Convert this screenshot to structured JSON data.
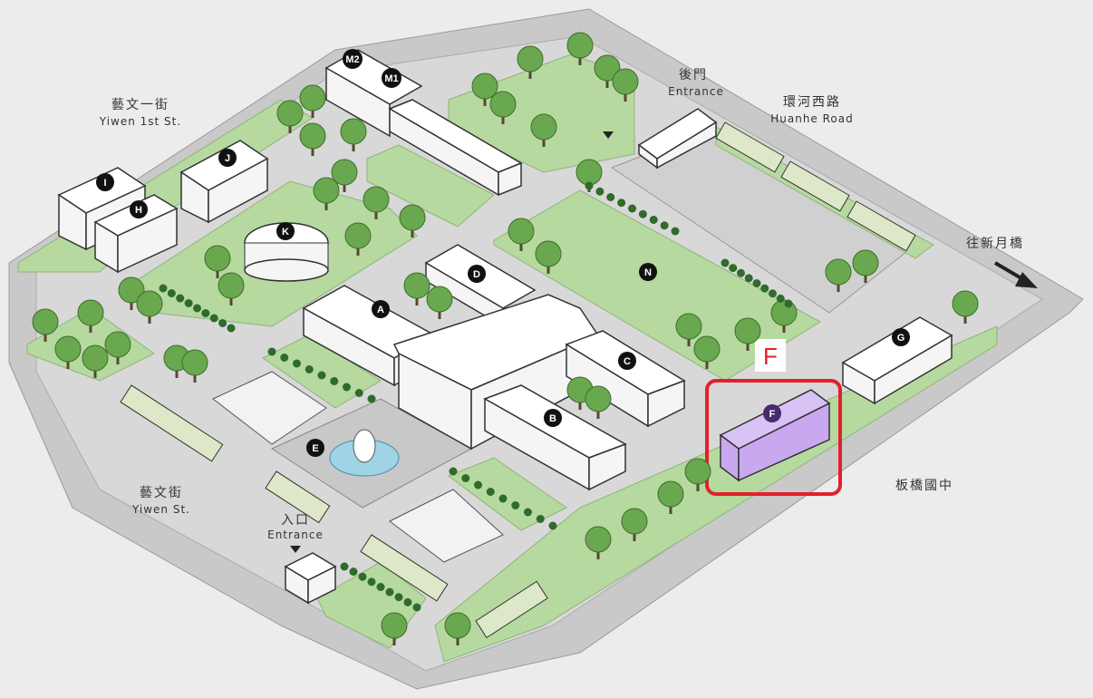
{
  "map": {
    "roads": {
      "yiwen_1st": {
        "zh": "藝文一街",
        "en": "Yiwen 1st St."
      },
      "yiwen": {
        "zh": "藝文街",
        "en": "Yiwen St."
      },
      "huanhe": {
        "zh": "環河西路",
        "en": "Huanhe Road"
      }
    },
    "entrances": {
      "back": {
        "zh": "後門",
        "en": "Entrance"
      },
      "main": {
        "zh": "入口",
        "en": "Entrance"
      }
    },
    "directions": {
      "to_xinyue_bridge": "往新月橋"
    },
    "neighbors": {
      "banqiao_junior_high": "板橋國中"
    },
    "buildings": {
      "A": "A",
      "B": "B",
      "C": "C",
      "D": "D",
      "E": "E",
      "F": "F",
      "G": "G",
      "H": "H",
      "I": "I",
      "J": "J",
      "K": "K",
      "M1": "M1",
      "M2": "M2",
      "N": "N"
    },
    "highlight": {
      "label": "F",
      "color": "#e3202a",
      "building_color": "#c9a8f0"
    },
    "colors": {
      "background": "#ececec",
      "road": "#c9c9c9",
      "lawn": "#b6d9a0",
      "tree": "#6aa84f",
      "hedge": "#2f6b2a",
      "pin": "#111111"
    }
  }
}
